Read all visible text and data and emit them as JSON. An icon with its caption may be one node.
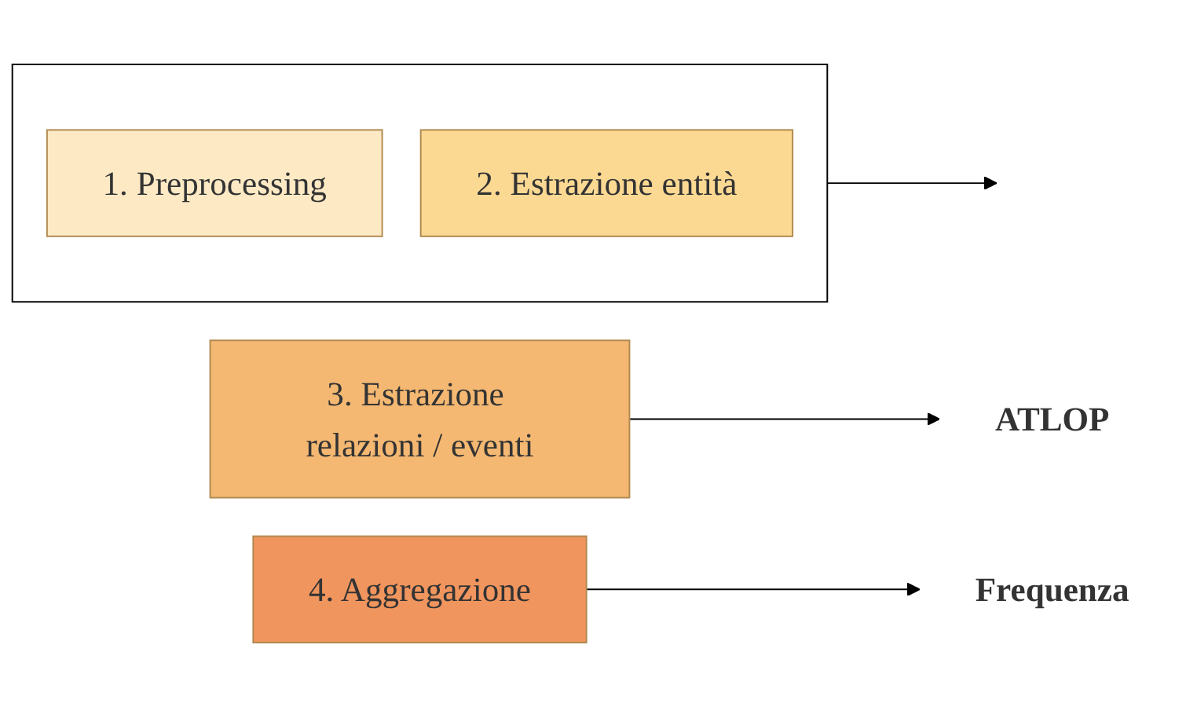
{
  "diagram": {
    "nodes": [
      {
        "text": [],
        "shape": "box"
      },
      {
        "text": [
          "1. Preprocessing"
        ],
        "in": 0
      },
      {
        "text": [
          "2. Estrazione entità"
        ],
        "in": 0
      },
      {
        "text": [
          "3. Estrazione relazioni / eventi"
        ]
      },
      {
        "text": [
          "ATLOP"
        ]
      },
      {
        "text": [
          "4. Aggregazione"
        ]
      },
      {
        "text": [
          "Frequenza"
        ]
      }
    ],
    "edges": [
      {
        "from": 0,
        "to": null,
        "arrow": "to"
      },
      {
        "from": 3,
        "to": 4,
        "arrow": "to"
      },
      {
        "from": 5,
        "to": 6,
        "arrow": "to"
      }
    ]
  }
}
